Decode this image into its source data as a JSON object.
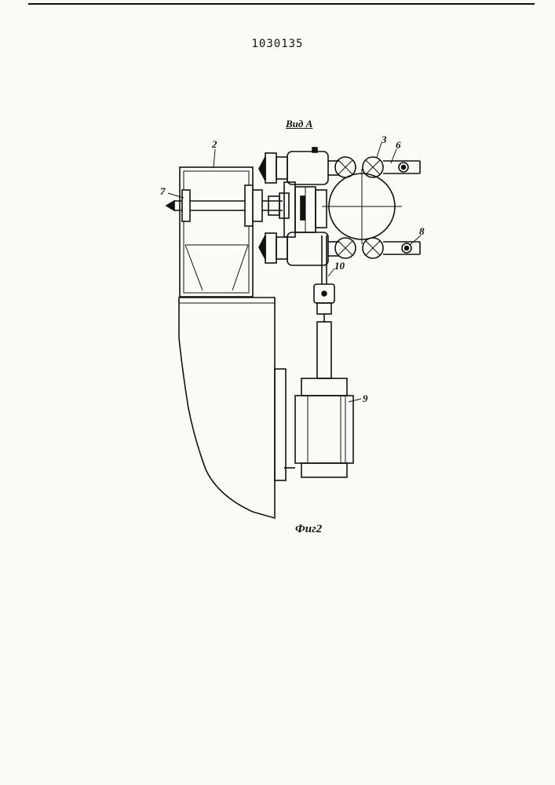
{
  "header": {
    "patent_number": "1030135"
  },
  "drawing": {
    "view_label": "Вид А",
    "figure_label": "Фиг2",
    "callouts": [
      "2",
      "7",
      "3",
      "6",
      "8",
      "10",
      "9"
    ]
  }
}
